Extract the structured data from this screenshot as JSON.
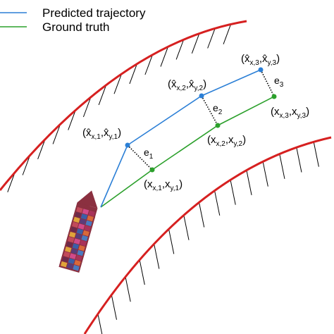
{
  "legend": [
    {
      "label": "Predicted trajectory",
      "color": "#2b7fd6"
    },
    {
      "label": "Ground truth",
      "color": "#2ca02c"
    }
  ],
  "colors": {
    "predicted": "#2b7fd6",
    "ground_truth": "#2ca02c",
    "river_bank": "#d62020",
    "error_line": "#000000"
  },
  "predicted_points": [
    {
      "main": "(x̂",
      "sub1": "x,1",
      "mid": ",x̂",
      "sub2": "y,1",
      "end": ")"
    },
    {
      "main": "(x̂",
      "sub1": "x,2",
      "mid": ",x̂",
      "sub2": "y,2",
      "end": ")"
    },
    {
      "main": "(x̂",
      "sub1": "x,3",
      "mid": ",x̂",
      "sub2": "y,3",
      "end": ")"
    }
  ],
  "truth_points": [
    {
      "main": "(x",
      "sub1": "x,1",
      "mid": ",x",
      "sub2": "y,1",
      "end": ")"
    },
    {
      "main": "(x",
      "sub1": "x,2",
      "mid": ",x",
      "sub2": "y,2",
      "end": ")"
    },
    {
      "main": "(x",
      "sub1": "x,3",
      "mid": ",x",
      "sub2": "y,3",
      "end": ")"
    }
  ],
  "errors": [
    {
      "main": "e",
      "sub": "1"
    },
    {
      "main": "e",
      "sub": "2"
    },
    {
      "main": "e",
      "sub": "3"
    }
  ],
  "ship": {
    "icon": "container-ship-icon"
  }
}
